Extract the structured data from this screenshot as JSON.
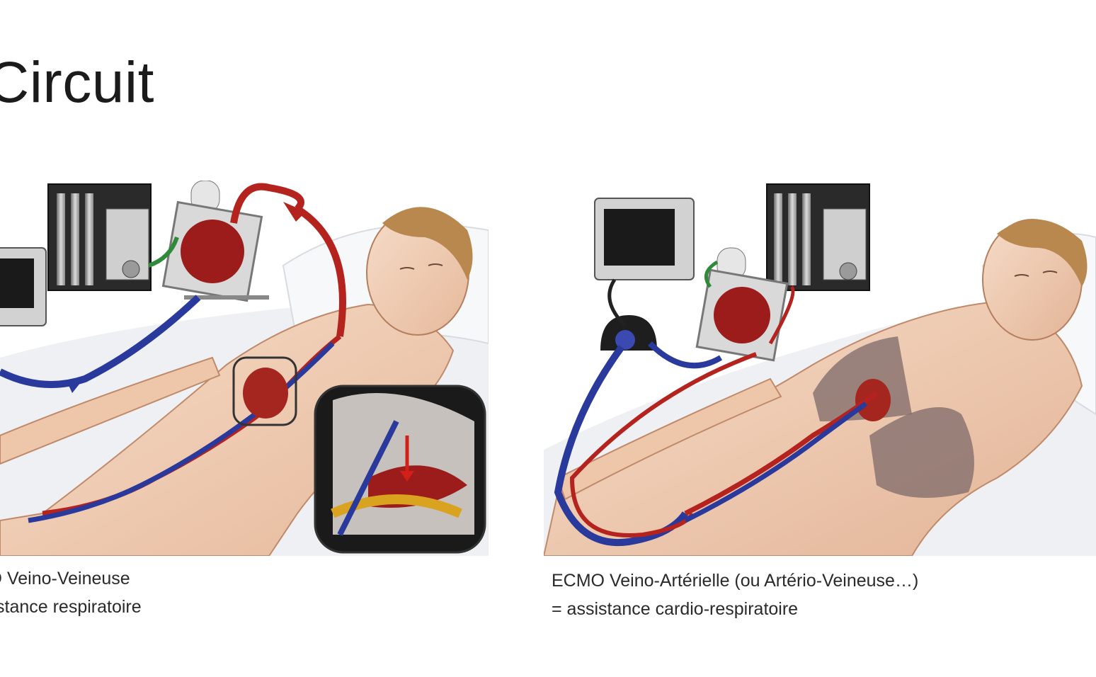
{
  "slide": {
    "title": "Circuit"
  },
  "left_figure": {
    "caption_line1": "ECMO Veino-Veineuse",
    "caption_line2": "= assistance respiratoire"
  },
  "right_figure": {
    "caption_line1": "ECMO Veino-Artérielle (ou Artério-Veineuse…)",
    "caption_line2": "= assistance cardio-respiratoire"
  },
  "colors": {
    "venous_blue": "#2a3a9c",
    "arterial_red": "#b4231e",
    "skin": "#f0cdb4",
    "sheet": "#eef0f3"
  }
}
